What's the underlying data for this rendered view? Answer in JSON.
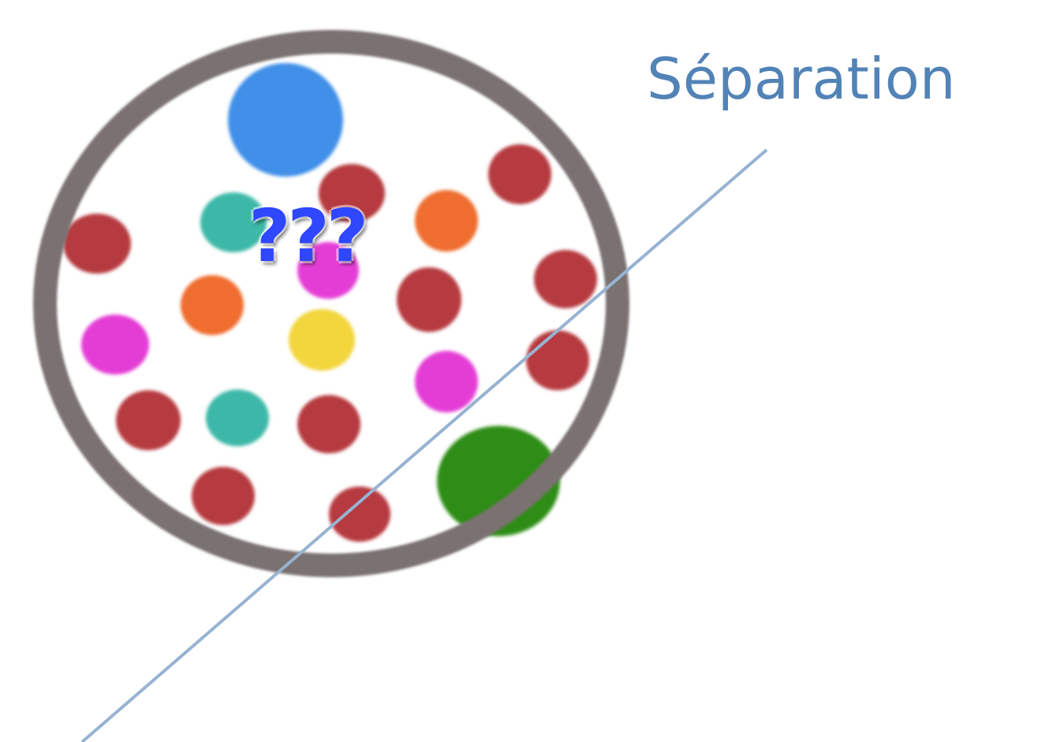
{
  "title": "Séparation",
  "center_label": "???",
  "colors": {
    "title": "#5283b6",
    "question_marks": "#2f47ff",
    "outer_ring": "#7a7171",
    "separator_line": "#97b3d2",
    "dot_red": "#b63a3f",
    "dot_teal": "#3cb8a8",
    "dot_orange": "#ef6d2f",
    "dot_magenta": "#e43ed6",
    "dot_yellow": "#f3d63d",
    "dot_blue": "#3f8fe8",
    "dot_green": "#2d8d14"
  },
  "dots": [
    {
      "color": "blue"
    },
    {
      "color": "red"
    },
    {
      "color": "red"
    },
    {
      "color": "teal"
    },
    {
      "color": "red"
    },
    {
      "color": "orange"
    },
    {
      "color": "magenta"
    },
    {
      "color": "red"
    },
    {
      "color": "orange"
    },
    {
      "color": "red"
    },
    {
      "color": "magenta"
    },
    {
      "color": "yellow"
    },
    {
      "color": "red"
    },
    {
      "color": "magenta"
    },
    {
      "color": "red"
    },
    {
      "color": "teal"
    },
    {
      "color": "red"
    },
    {
      "color": "green"
    },
    {
      "color": "red"
    },
    {
      "color": "red"
    }
  ]
}
